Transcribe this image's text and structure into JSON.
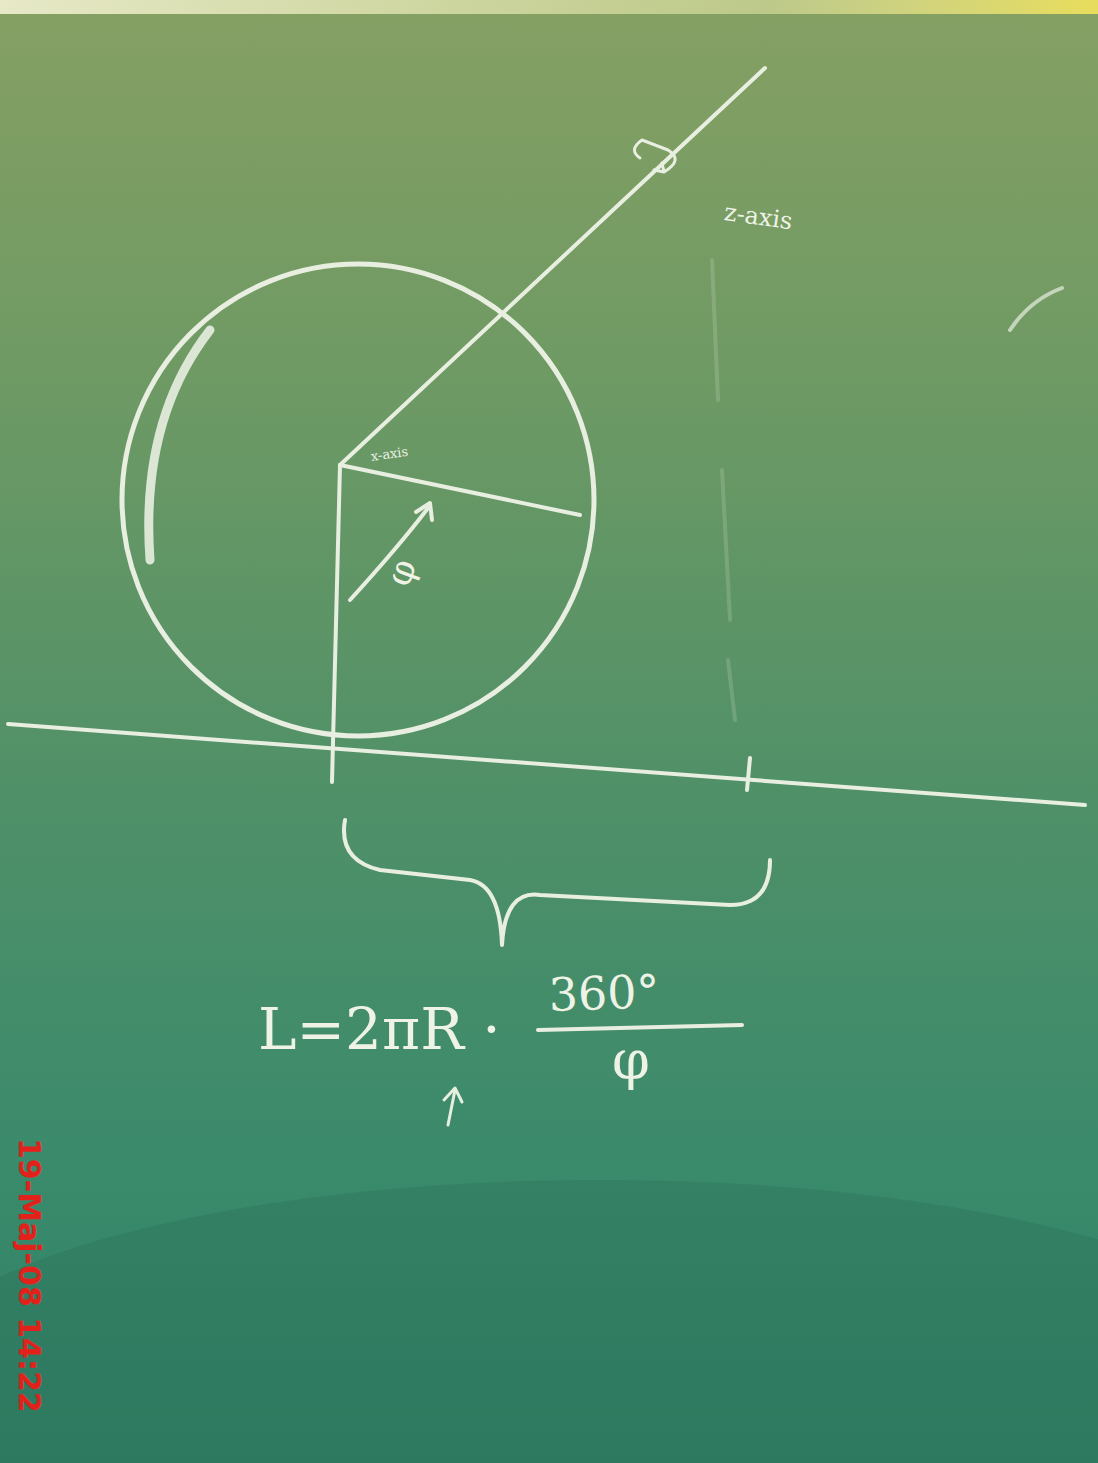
{
  "diagram": {
    "labels": [
      "z-axis",
      "x-axis",
      "φ",
      "L=2πR ·",
      "360°",
      "φ",
      "19-Maj-08 14:22"
    ]
  }
}
